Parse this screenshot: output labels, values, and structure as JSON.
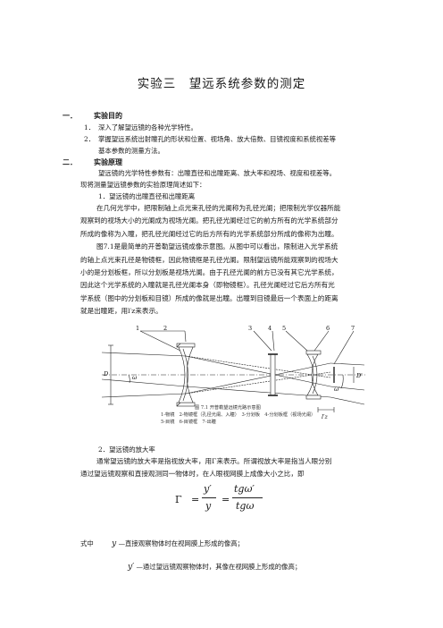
{
  "title": "实验三　望远系统参数的测定",
  "sections": [
    {
      "num": "一．",
      "heading": "实验目的",
      "items": [
        {
          "num": "1．",
          "text": "深入了解望远镜的各种光学特性。"
        },
        {
          "num": "2．",
          "text": "掌握望远系统出射瞳孔的形状和位置、视场角、放大倍数、目镜视度和系统视差等"
        },
        {
          "num": "",
          "text": "基本参数的测量方法。"
        }
      ]
    },
    {
      "num": "二．",
      "heading": "实验原理",
      "intro": [
        "望远镜的光学特性参数有：出瞳直径和出瞳距离、放大率和视场、视度和视差等。",
        "现将测量望远镜参数的实验原理简述如下："
      ],
      "sub1": "1．望远镜的出瞳直径和出瞳距离",
      "body": [
        "在几何光学中，把限制轴上点光束孔径的光阑称为孔径光阑；把限制光学仪器所能",
        "观察到的视场大小的光阑成为视场光阑。把孔径光阑经过它的前方所有的光学系统部分",
        "所成的像称为入瞳，把孔径光阑经过它的后方所有的光学系统部分所成的像称为出瞳。",
        "图7.1是最简单的开普勒望远镜成像示意图。从图中可以看出，限制进入光学系统",
        "的轴上点光束孔径是物镜框，因此物镜框是孔径光阑。限制望远镜所能观察到的视场大",
        "小的是分划板框，所以分划板是视场光阑。由于孔径光阑的前方已没有其它光学系统，",
        "因此这个光学系统的入瞳就是孔径光阑本身（即物镜框）。孔径光阑经过它后方所有光",
        "学系统（图中的分划板和目镜）所成的像就是出瞳。出瞳到目镜最后一个表面上的距离",
        "就是出瞳距，用l′z来表示。"
      ],
      "sub2": "2．望远镜的放大率",
      "body2": [
        "通常望远镜的放大率是指视放大率，用Γ来表示。所谓视放大率是指当人眼分别",
        "通过望远镜观察和直接观测同一物体时，在人眼视网膜上成像大小之比，即"
      ]
    }
  ],
  "figure": {
    "labels": [
      "1",
      "2",
      "3",
      "4",
      "5",
      "6",
      "7"
    ],
    "D": "D",
    "Dp": "D′",
    "omega": "ω",
    "omegap": "ω′",
    "lz": "l′z",
    "caption_title": "图 7.1  开普勒望远镜光路示意图",
    "caption_line1": "1-物镜　2-物镜框（孔径光阑、入瞳）　3-分划板　4-分划板框（视场光阑）",
    "caption_line2": "5-目镜　6-目镜框　7-出瞳"
  },
  "equation": {
    "gamma": "Γ",
    "eq": "=",
    "num1": "y′",
    "den1": "y",
    "eq2": "=",
    "num2": "tgω′",
    "den2": "tgω"
  },
  "definitions": [
    {
      "lead": "式中",
      "sym": "y",
      "text": "—直接观察物体时在视网膜上形成的像高；"
    },
    {
      "lead": "",
      "sym": "y′",
      "text": "—通过望远镜观察物体时，其像在视网膜上形成的像高；"
    }
  ]
}
